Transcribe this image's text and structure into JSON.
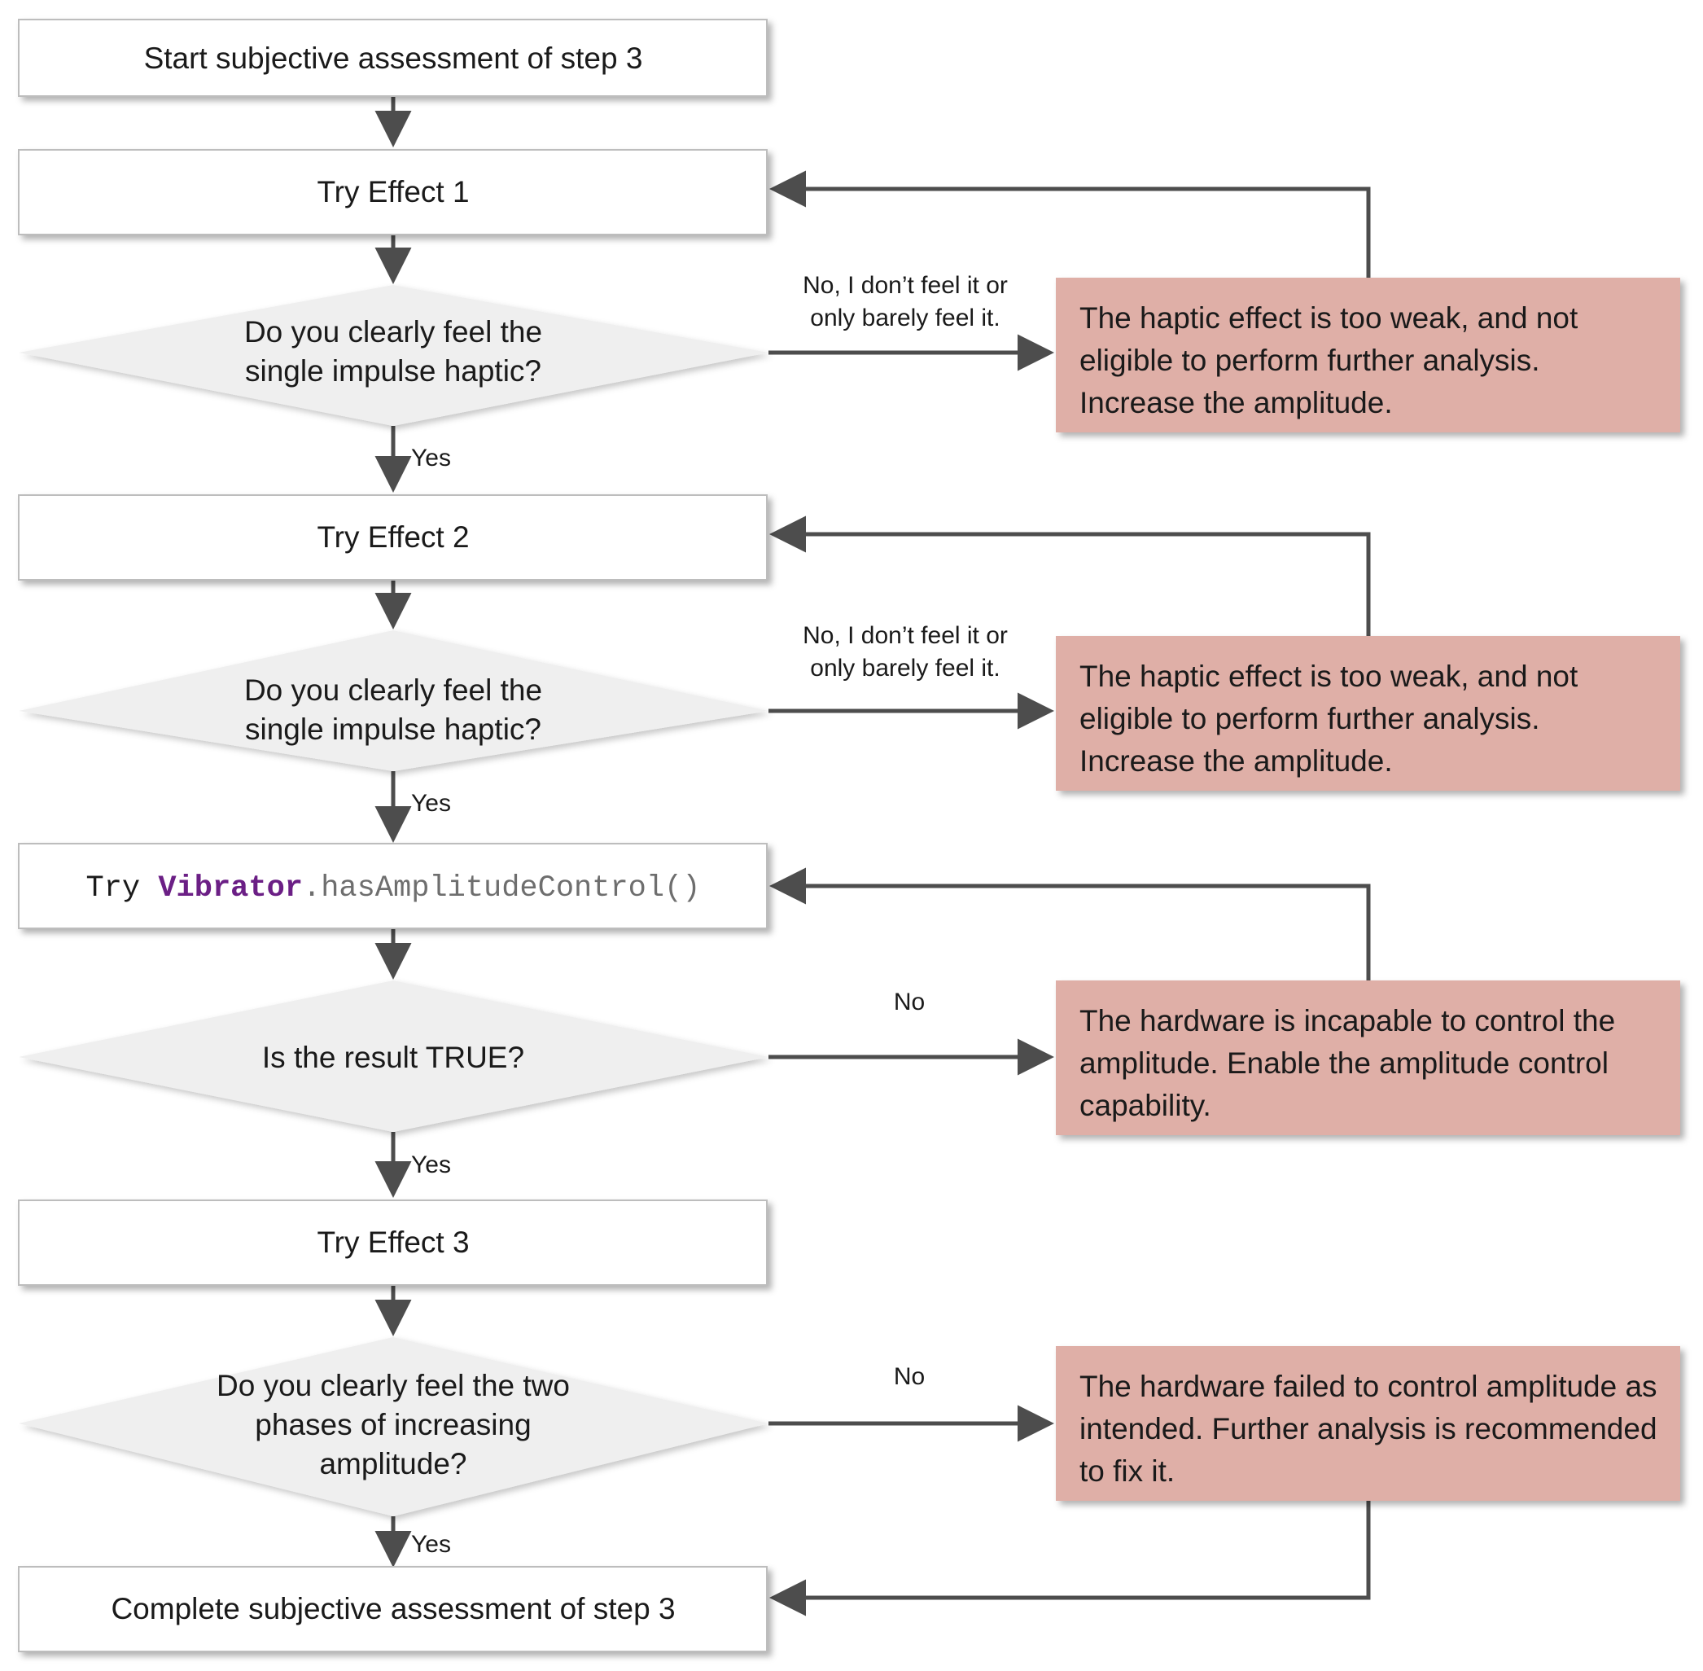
{
  "diagram": {
    "title": "Subjective assessment of step 3 flowchart",
    "colors": {
      "process_fill": "#ffffff",
      "process_stroke": "#bdbdbd",
      "decision_fill": "#efefef",
      "decision_stroke": "#efefef",
      "callout_fill": "#dfafa7",
      "edge_stroke": "#4d4d4d",
      "text": "#1a1a1a",
      "code_keyword": "#6b1f85",
      "code_method": "#6e6e6e"
    },
    "nodes": [
      {
        "id": "start",
        "type": "process",
        "label": "Start subjective assessment of step 3"
      },
      {
        "id": "effect1",
        "type": "process",
        "label": "Try Effect 1"
      },
      {
        "id": "decision1",
        "type": "decision",
        "line1": "Do you clearly feel the",
        "line2": "single impulse haptic?"
      },
      {
        "id": "effect2",
        "type": "process",
        "label": "Try Effect 2"
      },
      {
        "id": "decision2",
        "type": "decision",
        "line1": "Do you clearly feel the",
        "line2": "single impulse haptic?"
      },
      {
        "id": "hasamp",
        "type": "code",
        "prefix": "Try ",
        "keyword": "Vibrator",
        "method": ".hasAmplitudeControl()"
      },
      {
        "id": "decision3",
        "type": "decision",
        "line1": "Is the result TRUE?"
      },
      {
        "id": "effect3",
        "type": "process",
        "label": "Try Effect 3"
      },
      {
        "id": "decision4",
        "type": "decision",
        "line1": "Do you clearly feel the two",
        "line2": "phases of increasing",
        "line3": "amplitude?"
      },
      {
        "id": "complete",
        "type": "process",
        "label": "Complete subjective assessment of step 3"
      }
    ],
    "callouts": [
      {
        "id": "callout1",
        "lines": [
          "The haptic effect is too weak, and not",
          "eligible to perform further analysis.",
          "Increase the amplitude."
        ]
      },
      {
        "id": "callout2",
        "lines": [
          "The haptic effect is too weak, and not",
          "eligible to perform further analysis.",
          "Increase the amplitude."
        ]
      },
      {
        "id": "callout3",
        "lines": [
          "The hardware is incapable to control the",
          "amplitude. Enable the amplitude control",
          "capability."
        ]
      },
      {
        "id": "callout4",
        "lines": [
          "The hardware failed to control amplitude as",
          "intended. Further analysis is recommended",
          "to fix it."
        ]
      }
    ],
    "edge_labels": {
      "no_feel_1_line1": "No, I don’t feel it or",
      "no_feel_1_line2": "only barely feel it.",
      "no_feel_2_line1": "No, I don’t feel it or",
      "no_feel_2_line2": "only barely feel it.",
      "yes_1": "Yes",
      "yes_2": "Yes",
      "yes_3": "Yes",
      "yes_4": "Yes",
      "no_3": "No",
      "no_4": "No"
    }
  }
}
